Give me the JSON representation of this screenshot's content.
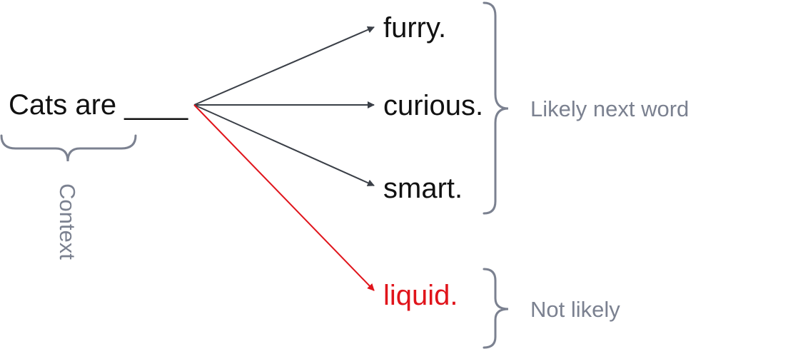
{
  "diagram": {
    "prompt": "Cats are ____",
    "context_label": "Context",
    "likely_label": "Likely next word",
    "unlikely_label": "Not likely",
    "likely_words": [
      "furry.",
      "curious.",
      "smart."
    ],
    "unlikely_word": "liquid."
  },
  "colors": {
    "text": "#111111",
    "arrow": "#3a3f47",
    "brace": "#7b8190",
    "label": "#7b8190",
    "unlikely": "#e0141b"
  }
}
